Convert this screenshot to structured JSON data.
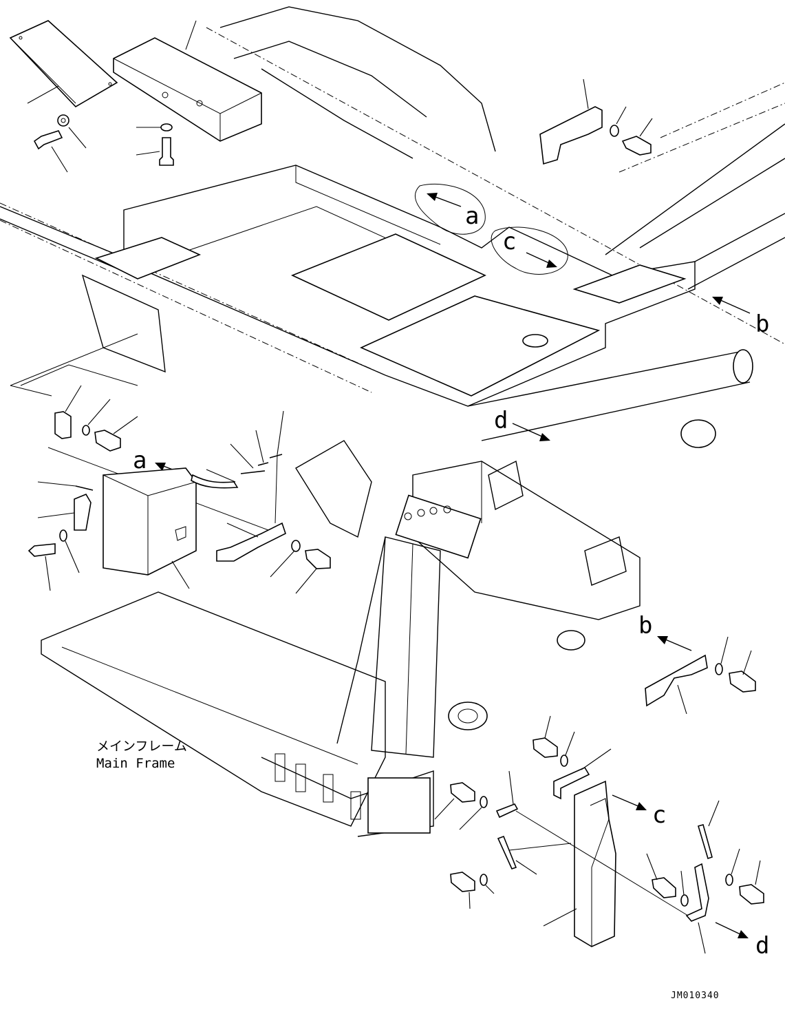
{
  "callouts": {
    "a": "a",
    "b": "b",
    "c": "c",
    "d": "d"
  },
  "frame_label": {
    "japanese": "メインフレーム",
    "english": "Main Frame"
  },
  "drawing_code": "JM010340"
}
